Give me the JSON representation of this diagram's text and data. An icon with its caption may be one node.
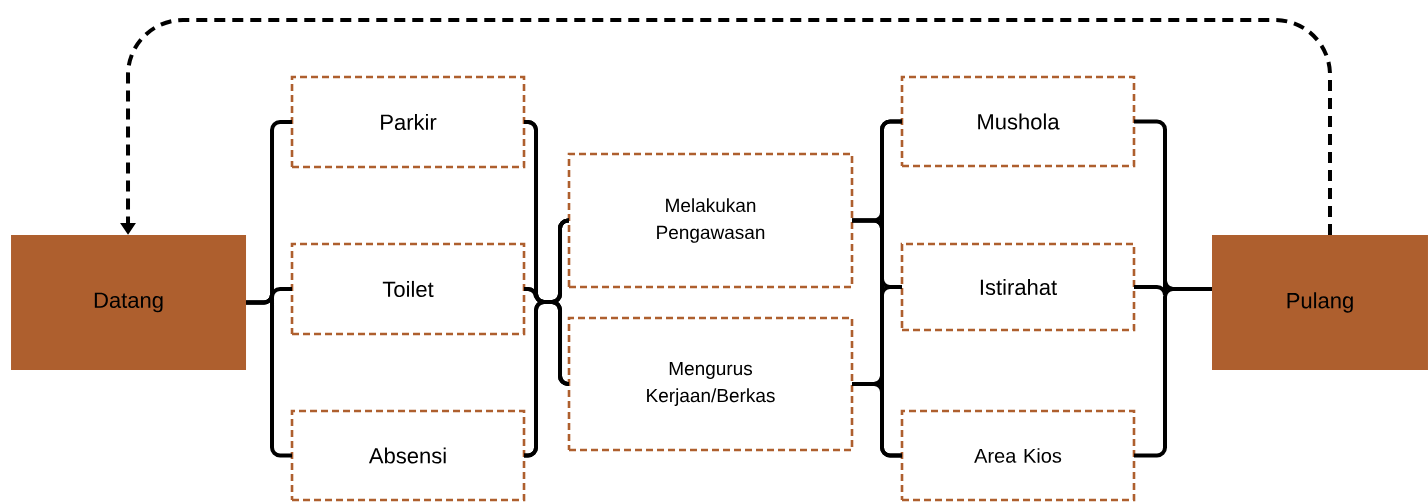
{
  "diagram": {
    "nodes": [
      {
        "text": [
          "Datang"
        ]
      },
      {
        "text": [
          "Parkir"
        ]
      },
      {
        "text": [
          "Toilet"
        ]
      },
      {
        "text": [
          "Absensi"
        ]
      },
      {
        "text": [
          "Melakukan Pengawasan"
        ]
      },
      {
        "text": [
          "Mengurus Kerjaan/Berkas"
        ]
      },
      {
        "text": [
          "Mushola"
        ]
      },
      {
        "text": [
          "Istirahat"
        ]
      },
      {
        "text": [
          "Area Kios"
        ]
      },
      {
        "text": [
          "Pulang"
        ]
      }
    ],
    "edges": [
      {
        "from": 0,
        "to": 1,
        "arrow": "none"
      },
      {
        "from": 0,
        "to": 2,
        "arrow": "none"
      },
      {
        "from": 0,
        "to": 3,
        "arrow": "none"
      },
      {
        "from": 1,
        "to": 4,
        "arrow": "none"
      },
      {
        "from": 1,
        "to": 5,
        "arrow": "none"
      },
      {
        "from": 2,
        "to": 4,
        "arrow": "none"
      },
      {
        "from": 2,
        "to": 5,
        "arrow": "none"
      },
      {
        "from": 3,
        "to": 4,
        "arrow": "none"
      },
      {
        "from": 3,
        "to": 5,
        "arrow": "none"
      },
      {
        "from": 4,
        "to": 6,
        "arrow": "none"
      },
      {
        "from": 4,
        "to": 7,
        "arrow": "none"
      },
      {
        "from": 4,
        "to": 8,
        "arrow": "none"
      },
      {
        "from": 5,
        "to": 6,
        "arrow": "none"
      },
      {
        "from": 5,
        "to": 7,
        "arrow": "none"
      },
      {
        "from": 5,
        "to": 8,
        "arrow": "none"
      },
      {
        "from": 6,
        "to": 9,
        "arrow": "none"
      },
      {
        "from": 7,
        "to": 9,
        "arrow": "none"
      },
      {
        "from": 8,
        "to": 9,
        "arrow": "none"
      },
      {
        "from": 9,
        "to": 0,
        "arrow": "to",
        "style": "dashed"
      }
    ]
  }
}
